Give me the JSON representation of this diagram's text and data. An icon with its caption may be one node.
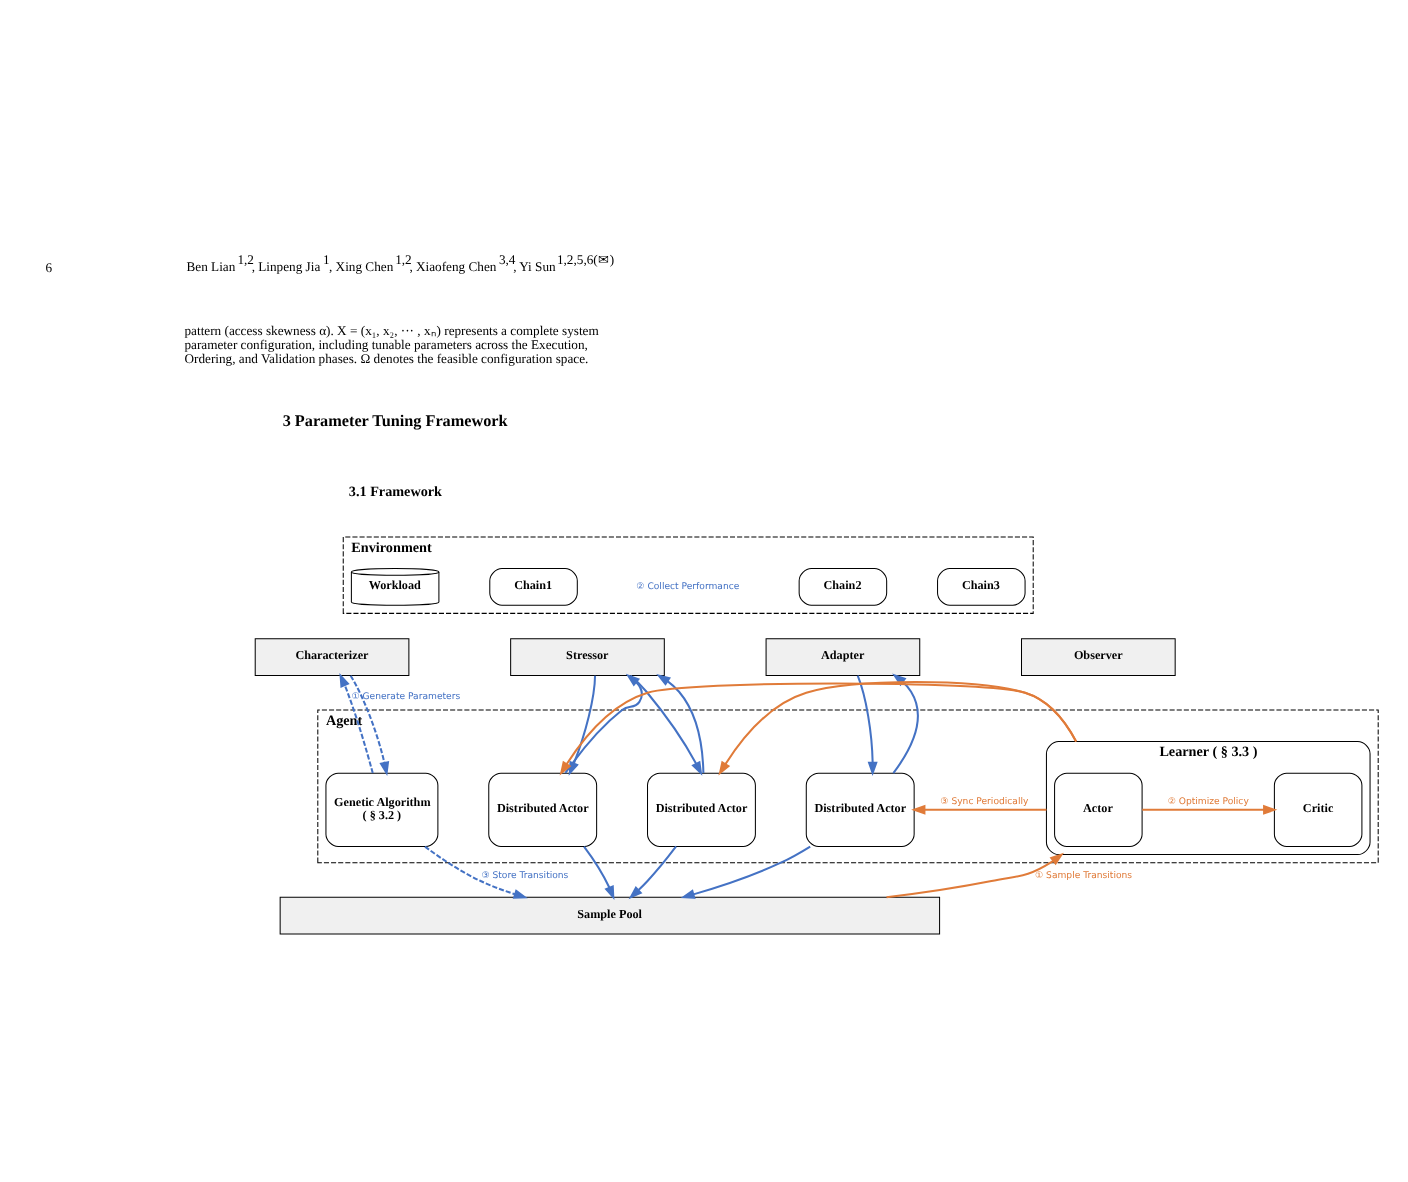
{
  "diagram": {
    "nodes": [
      {
        "text": [
          "Environment"
        ]
      },
      {
        "text": [
          "Workload"
        ],
        "in": 0
      },
      {
        "text": [
          "Chain1"
        ],
        "in": 0
      },
      {
        "text": [
          "Chain2"
        ],
        "in": 0
      },
      {
        "text": [
          "Chain3"
        ],
        "in": 0
      },
      {
        "text": [
          "Characterizer"
        ]
      },
      {
        "text": [
          "Stressor"
        ]
      },
      {
        "text": [
          "Adapter"
        ]
      },
      {
        "text": [
          "Observer"
        ]
      },
      {
        "text": [
          "Agent"
        ]
      },
      {
        "text": [
          "Genetic Algorithm",
          "( § 3.2 )"
        ],
        "in": 9
      },
      {
        "text": [
          "Distributed Actor"
        ],
        "in": 9
      },
      {
        "text": [
          "Distributed Actor"
        ],
        "in": 9
      },
      {
        "text": [
          "Distributed Actor"
        ],
        "in": 9
      },
      {
        "text": [
          "Learner ( § 3.3 )"
        ],
        "in": 9
      },
      {
        "text": [
          "Actor"
        ],
        "in": 14
      },
      {
        "text": [
          "Critic"
        ],
        "in": 14
      },
      {
        "text": [
          "Sample Pool"
        ]
      }
    ],
    "edges": [
      {
        "from": 10,
        "to": 5,
        "arrow": "to",
        "style": "dashed",
        "label": "① Generate Parameters"
      },
      {
        "from": 5,
        "to": 10,
        "arrow": "to",
        "style": "dashed"
      },
      {
        "from": 11,
        "to": 6,
        "arrow": "to"
      },
      {
        "from": 6,
        "to": 11,
        "arrow": "to"
      },
      {
        "from": 12,
        "to": 6,
        "arrow": "to"
      },
      {
        "from": 6,
        "to": 12,
        "arrow": "to"
      },
      {
        "from": 13,
        "to": 7,
        "arrow": "to"
      },
      {
        "from": 7,
        "to": 13,
        "arrow": "to"
      },
      {
        "from": 10,
        "to": 17,
        "arrow": "to",
        "style": "dashed",
        "label": "③ Store Transitions"
      },
      {
        "from": 11,
        "to": 17,
        "arrow": "to"
      },
      {
        "from": 12,
        "to": 17,
        "arrow": "to"
      },
      {
        "from": 13,
        "to": 17,
        "arrow": "to"
      },
      {
        "from": 17,
        "to": 14,
        "arrow": "to",
        "color": "#e07b39",
        "label": "① Sample Transitions"
      },
      {
        "from": 15,
        "to": 16,
        "arrow": "to",
        "color": "#e07b39",
        "label": "② Optimize Policy"
      },
      {
        "from": 14,
        "to": 13,
        "arrow": "to",
        "color": "#e07b39",
        "label": "③ Sync Periodically"
      },
      {
        "from": 14,
        "to": 12,
        "arrow": "to",
        "color": "#e07b39"
      },
      {
        "from": 14,
        "to": 11,
        "arrow": "to",
        "color": "#e07b39"
      }
    ],
    "labels": [
      "6",
      "Ben Lian$^{1,2}$, Linpeng Jia$^{1}$, Xing Chen$^{1,2}$, Xiaofeng Chen$^{3,4}$, Yi Sun$^{1,2,5,6(✉)}$",
      "pattern (access skewness α). X = (x₁, x₂, ··· , xₙ) represents a complete system parameter configuration, including tunable parameters across the Execution, Ordering, and Validation phases. Ω denotes the feasible configuration space.",
      "3 Parameter Tuning Framework",
      "3.1 Framework",
      "② Collect Performance"
    ]
  }
}
